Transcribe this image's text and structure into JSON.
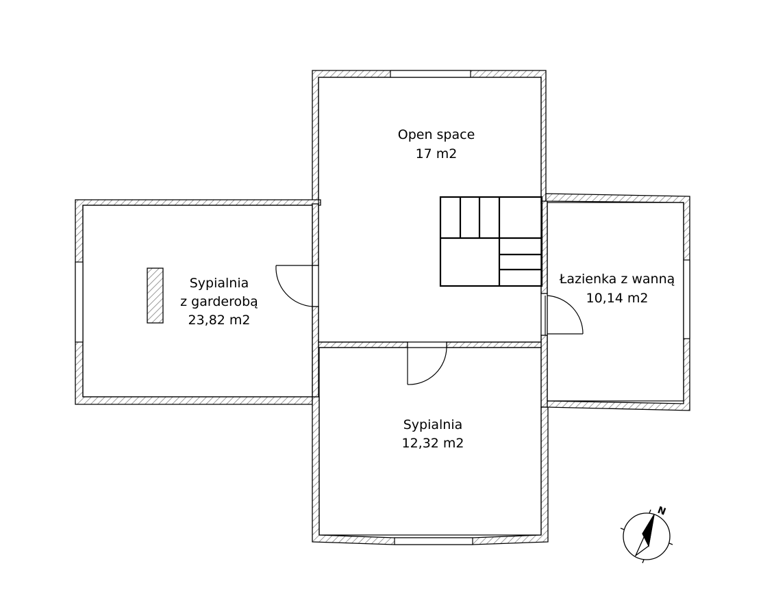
{
  "rooms": {
    "open_space": {
      "name": "Open space",
      "area": "17 m2"
    },
    "bedroom_wardrobe": {
      "name": "Sypialnia",
      "name_line2": "z garderobą",
      "area": "23,82 m2"
    },
    "bathroom": {
      "name": "Łazienka z wanną",
      "area": "10,14 m2"
    },
    "bedroom": {
      "name": "Sypialnia",
      "area": "12,32 m2"
    }
  },
  "compass": {
    "north_label": "N"
  },
  "colors": {
    "wall_hatch": "#b5b5b5",
    "line": "#000000",
    "background": "#ffffff"
  }
}
